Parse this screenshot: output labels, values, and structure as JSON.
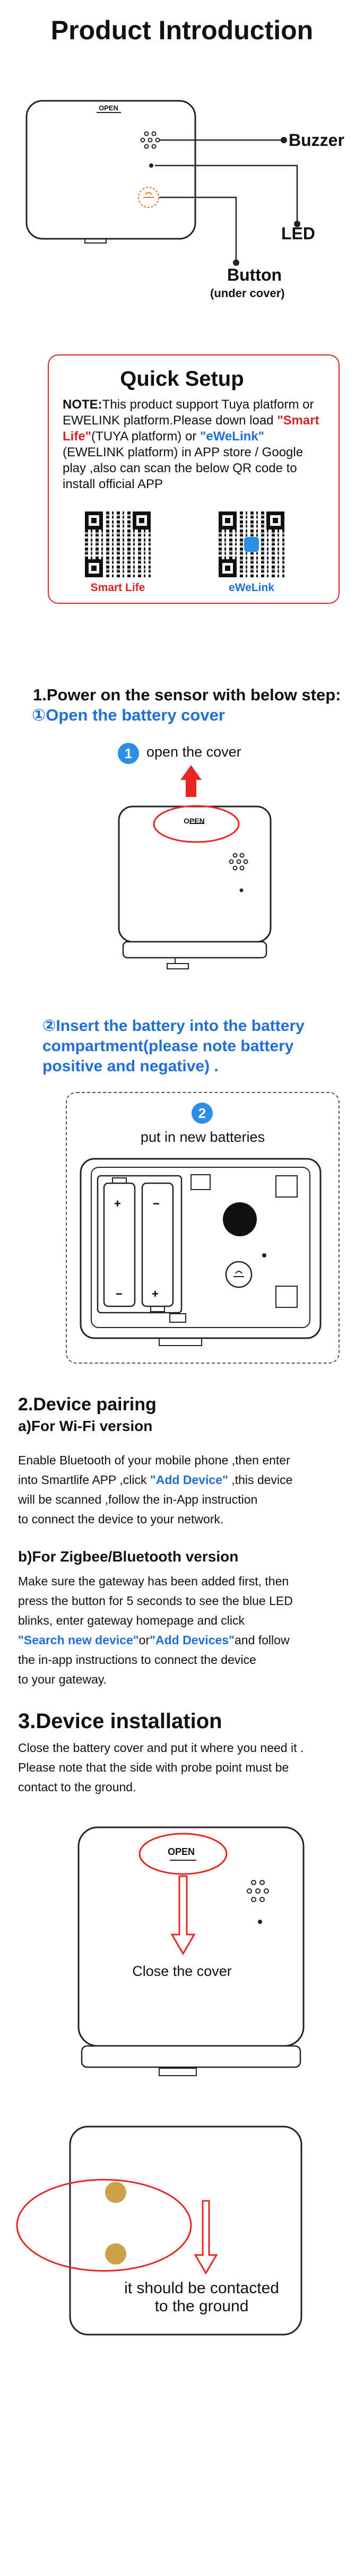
{
  "title": "Product Introduction",
  "diagram": {
    "open_label": "OPEN",
    "buzzer": "Buzzer",
    "led": "LED",
    "button": "Button",
    "button_note": "(under cover)"
  },
  "quick_setup": {
    "title": "Quick Setup",
    "note_label": "NOTE:",
    "note_1": "This product support Tuya platform or EWELINK platform.Please down load ",
    "smart_life_quoted": "\"Smart Life\"",
    "note_2": "(TUYA platform) or ",
    "ewelink_quoted": "\"eWeLink\"",
    "note_3": "(EWELINK platform) in APP store / Google play ,also can scan the below QR code to install official APP",
    "qr_left_label": "Smart Life",
    "qr_right_label": "eWeLink"
  },
  "step1": {
    "heading": "1.Power on the sensor with below step:",
    "sub_heading": "①Open the battery cover",
    "badge": "1",
    "caption": "open the cover",
    "open_label": "OPEN"
  },
  "step2": {
    "heading_line1": "②Insert the battery into the battery",
    "heading_line2": "compartment(please note battery",
    "heading_line3": "positive and negative) .",
    "badge": "2",
    "caption": "put in new batteries"
  },
  "pairing": {
    "heading": "2.Device pairing",
    "wifi_heading": "a)For Wi-Fi version",
    "wifi_line1": "Enable Bluetooth of your mobile phone ,then enter",
    "wifi_line2a": "into Smartlife APP ,click ",
    "wifi_add_device": "\"Add Device\"",
    "wifi_line2b": " ,this device",
    "wifi_line3": "will be scanned ,follow the in-App instruction",
    "wifi_line4": "to connect the device to your network.",
    "zigbee_heading": "b)For Zigbee/Bluetooth version",
    "zigbee_line1": "Make sure the gateway has been added first, then",
    "zigbee_line2": "press the button for 5 seconds to see the blue LED",
    "zigbee_line3": "blinks, enter gateway homepage and click",
    "zigbee_search": "\"Search new device\"",
    "zigbee_or": "or",
    "zigbee_add_devices": "\"Add Devices\"",
    "zigbee_line4b": "and follow",
    "zigbee_line5": "the in-app instructions to connect the device",
    "zigbee_line6": "to your gateway."
  },
  "installation": {
    "heading": "3.Device installation",
    "line1": "Close the battery cover and put it where you need it .",
    "line2": "Please note that the side with probe point must be",
    "line3": "contact to the ground.",
    "open_label": "OPEN",
    "close_caption": "Close the cover",
    "ground_line1": "it should be contacted",
    "ground_line2": "to the ground"
  },
  "colors": {
    "red": "#d62525",
    "blue": "#1e6fd9",
    "qs_border": "#d62525",
    "probe": "#c9a24a",
    "badge_blue": "#2d8ee8"
  }
}
